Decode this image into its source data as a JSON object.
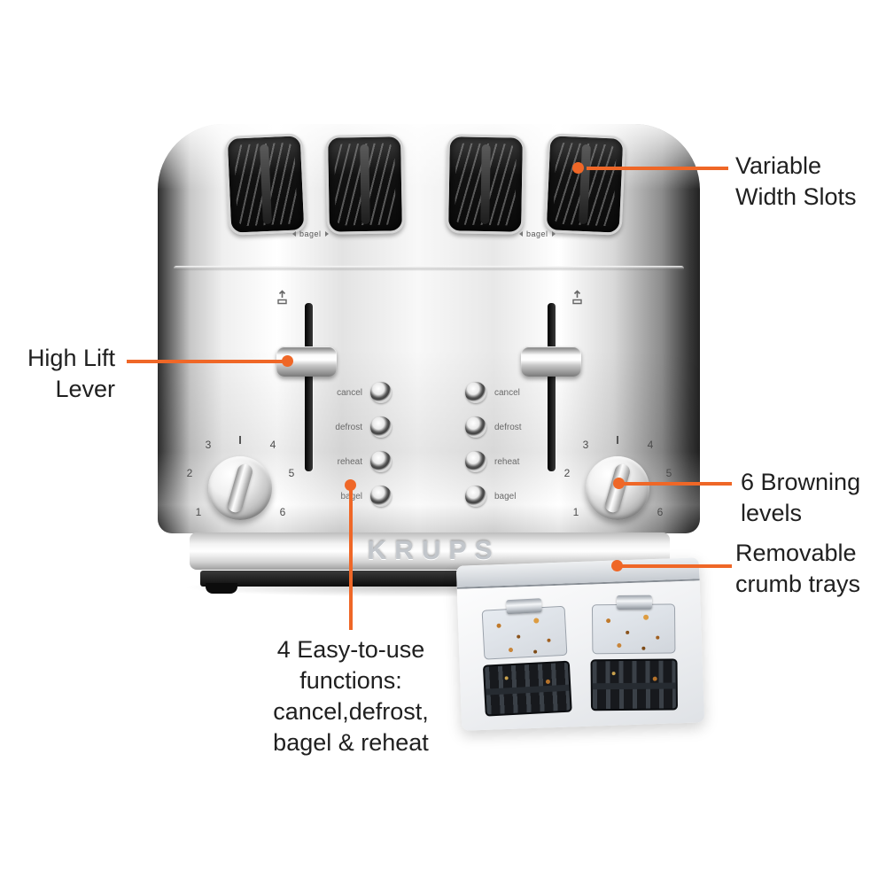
{
  "accent_color": "#EF6727",
  "toaster": {
    "brand": "KRUPS",
    "bagel_slot_label": "bagel",
    "function_buttons": [
      "cancel",
      "defrost",
      "reheat",
      "bagel"
    ],
    "dial_numbers": [
      "1",
      "2",
      "3",
      "4",
      "5",
      "6"
    ]
  },
  "callouts": {
    "variable_width_slots": {
      "line1": "Variable",
      "line2": "Width Slots"
    },
    "high_lift_lever": {
      "line1": "High Lift",
      "line2": "Lever"
    },
    "browning_levels": {
      "line1": "6 Browning",
      "line2": "levels"
    },
    "crumb_trays": {
      "line1": "Removable",
      "line2": "crumb trays"
    },
    "easy_functions": {
      "line1": "4 Easy-to-use",
      "line2": "functions:",
      "line3": "cancel,defrost,",
      "line4": "bagel & reheat"
    }
  }
}
